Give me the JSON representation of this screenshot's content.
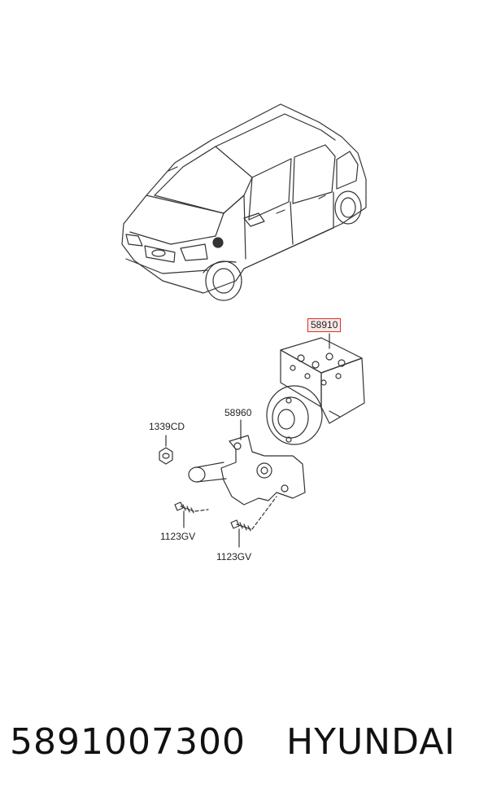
{
  "callouts": {
    "hcu_part": "58910",
    "bracket": "58960",
    "nut": "1339CD",
    "bolt_left": "1123GV",
    "bolt_right": "1123GV"
  },
  "footer": {
    "part_number": "5891007300",
    "brand": "HYUNDAI"
  },
  "colors": {
    "line": "#333333",
    "highlight_border": "#d8322a",
    "highlight_fill": "#fbe9e8"
  }
}
